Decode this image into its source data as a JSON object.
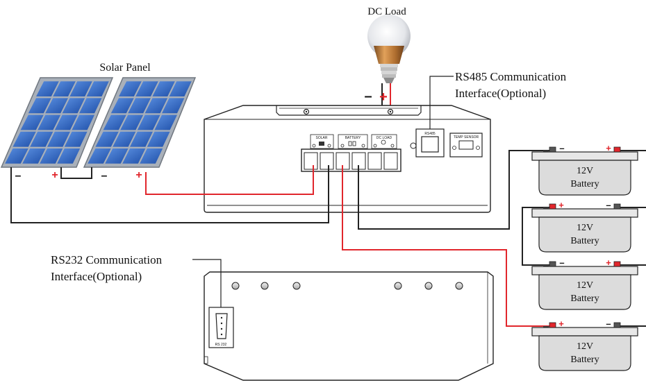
{
  "labels": {
    "dc_load": "DC Load",
    "solar_panel": "Solar Panel",
    "rs485_line1": "RS485 Communication",
    "rs485_line2": "Interface(Optional)",
    "rs232_line1": "RS232 Communication",
    "rs232_line2": "Interface(Optional)"
  },
  "controller": {
    "terminal_groups": [
      "SOLAR",
      "BATTERY",
      "DC LOAD"
    ],
    "rs485_port": "RS485",
    "temp_sensor": "TEMP SENSOR",
    "rs232_port": "RS 232"
  },
  "batteries": [
    {
      "voltage": "12V",
      "name": "Battery"
    },
    {
      "voltage": "12V",
      "name": "Battery"
    },
    {
      "voltage": "12V",
      "name": "Battery"
    },
    {
      "voltage": "12V",
      "name": "Battery"
    }
  ],
  "signs": {
    "plus": "+",
    "minus": "–"
  },
  "colors": {
    "positive_wire": "#e1262c",
    "negative_wire": "#222222",
    "panel_cell": "#2f64c0",
    "battery_body": "#dcdcdc"
  }
}
